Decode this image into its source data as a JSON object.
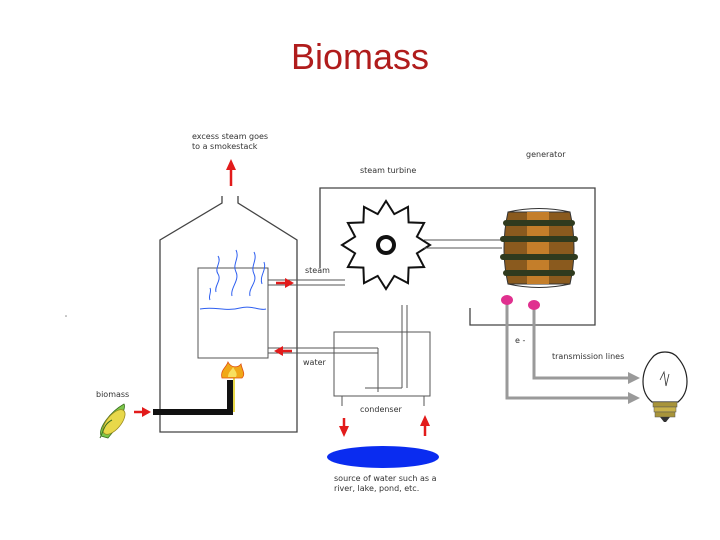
{
  "title": "Biomass",
  "labels": {
    "excess_steam_line1": "excess steam goes",
    "excess_steam_line2": "to a smokestack",
    "generator": "generator",
    "steam_turbine": "steam turbine",
    "steam": "steam",
    "water": "water",
    "biomass": "biomass",
    "electron": "e -",
    "transmission_lines": "transmission lines",
    "condenser": "condenser",
    "water_source_line1": "source of water such as a",
    "water_source_line2": "river, lake, pond, etc."
  },
  "colors": {
    "title": "#b01c1c",
    "arrow": "#e21b1b",
    "water_pool": "#0a2cf0",
    "steam_wisps": "#2e5ff0",
    "generator_wood": "#8a5a1e",
    "generator_bands": "#2f3a1e",
    "terminal": "#e0308f",
    "transmission": "#9a9a9a",
    "flame": "#f0a818",
    "corn": "#e8d84a",
    "husk": "#7cc64a"
  },
  "icons": [
    "turbine-gear-icon",
    "generator-barrel-icon",
    "light-bulb-icon",
    "corn-icon",
    "flame-icon"
  ]
}
